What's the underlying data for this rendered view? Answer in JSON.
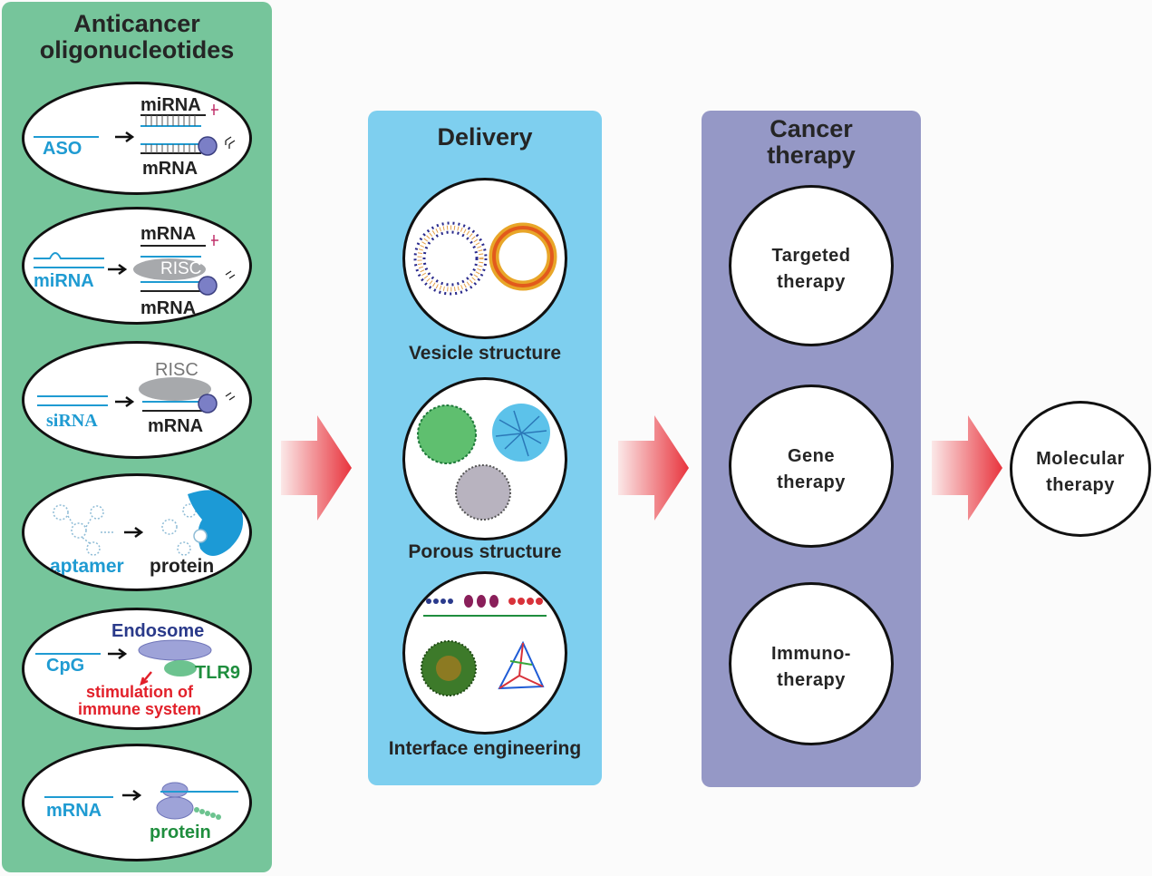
{
  "oligonucleotides": {
    "title": "Anticancer oligonucleotides",
    "rows": [
      {
        "left_label": "ASO",
        "top_label": "miRNA",
        "bottom_label": "mRNA"
      },
      {
        "left_label": "miRNA",
        "top_label": "mRNA",
        "complex_label": "RISC",
        "bottom_label": "mRNA"
      },
      {
        "left_label": "siRNA",
        "complex_label": "RISC",
        "bottom_label": "mRNA"
      },
      {
        "left_label": "aptamer",
        "bottom_label": "protein"
      },
      {
        "left_label": "CpG",
        "top_label": "Endosome",
        "receptor_label": "TLR9",
        "effect_label": "stimulation of immune system"
      },
      {
        "left_label": "mRNA",
        "bottom_label": "protein"
      }
    ]
  },
  "delivery": {
    "title": "Delivery",
    "items": [
      {
        "label": "Vesicle structure"
      },
      {
        "label": "Porous structure"
      },
      {
        "label": "Interface engineering"
      }
    ]
  },
  "cancer_therapy": {
    "title": "Cancer therapy",
    "items": [
      {
        "label": "Targeted therapy"
      },
      {
        "label": "Gene therapy"
      },
      {
        "label": "Immuno- therapy"
      }
    ]
  },
  "outcome": {
    "label": "Molecular therapy"
  },
  "colors": {
    "oligo_panel": "#76c59b",
    "delivery_panel": "#7ecfef",
    "therapy_panel": "#9598c6",
    "arrow": "#e8343d",
    "oligo_label": "#1f9bd2",
    "protein_label": "#1f8e3e",
    "effect_label": "#e2202a",
    "endosome_label": "#2a3a8a"
  }
}
